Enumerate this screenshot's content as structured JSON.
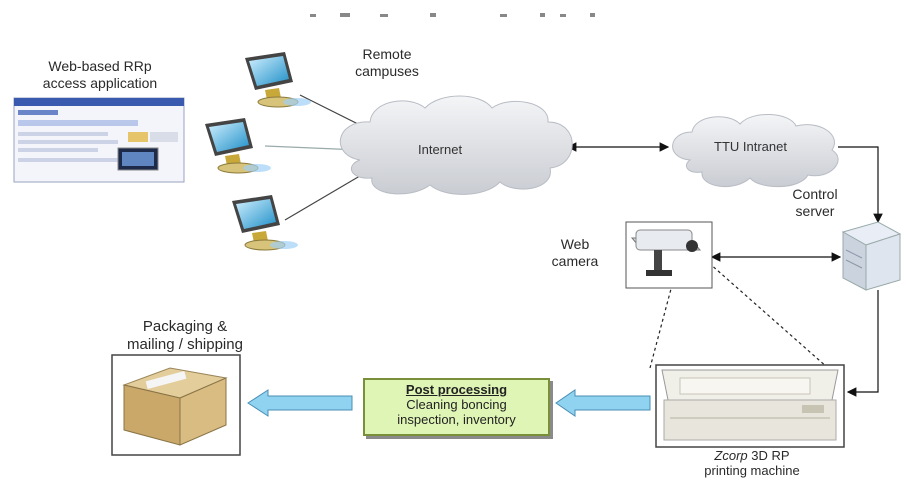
{
  "labels": {
    "web_app": "Web-based RRp\naccess  application",
    "remote": "Remote\ncampuses",
    "internet": "Internet",
    "intranet": "TTU Intranet",
    "control_server": "Control\nserver",
    "web_camera": "Web\ncamera",
    "packaging": "Packaging &\nmailing / shipping",
    "post_title": "Post processing",
    "post_line1": "Cleaning  boncing",
    "post_line2": "inspection, inventory",
    "printer_brand": "Zcorp",
    "printer_rest": " 3D RP",
    "printer_line2": "printing machine"
  },
  "colors": {
    "arrow_fill": "#8fd3f0",
    "arrow_stroke": "#4a8fb5",
    "box_fill": "#dff5b5",
    "cloud": "#e4e6ea"
  }
}
